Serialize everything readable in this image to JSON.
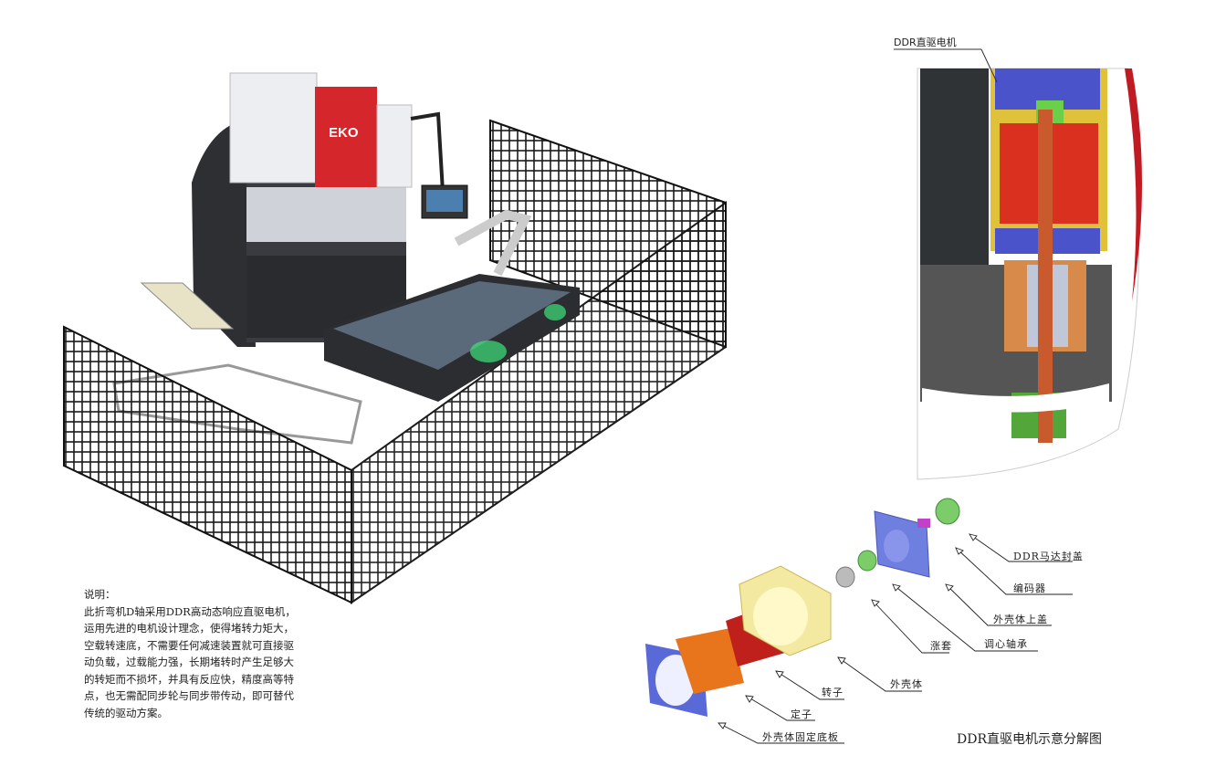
{
  "machine": {
    "brand_logo": "EKO"
  },
  "cutaway": {
    "title": "DDR直驱电机"
  },
  "exploded": {
    "caption": "DDR直驱电机示意分解图",
    "parts": [
      "DDR马达封盖",
      "编码器",
      "外壳体上盖",
      "调心轴承",
      "涨套",
      "外壳体",
      "转子",
      "定子",
      "外壳体固定底板"
    ]
  },
  "description": {
    "heading": "说明：",
    "lines": [
      "此折弯机D轴采用DDR高动态响应直驱电机，",
      "运用先进的电机设计理念，使得堵转力矩大，",
      "空载转速底，不需要任何减速装置就可直接驱",
      "动负载，过载能力强，长期堵转时产生足够大",
      "的转矩而不损坏，并具有反应快，精度高等特",
      "点，也无需配同步轮与同步带传动，即可替代",
      "传统的驱动方案。"
    ]
  },
  "colors": {
    "brand_red": "#d5262c",
    "motor_blue": "#6f7fe0",
    "housing_yellow": "#f3e9a0",
    "stator_orange": "#e8741c",
    "rotor_red": "#c0201c",
    "seal_green": "#7dcc6a"
  }
}
